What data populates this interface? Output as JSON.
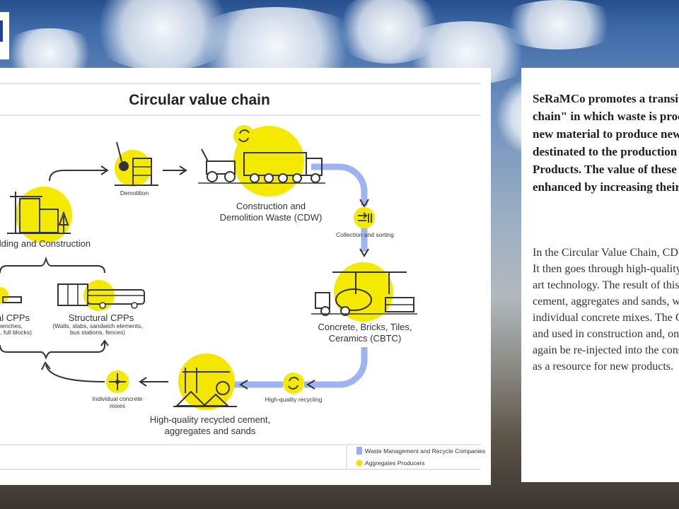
{
  "diagram": {
    "title": "Circular value chain",
    "nodes": {
      "demolition": "Demolition",
      "cdw_line1": "Construction and",
      "cdw_line2": "Demolition Waste (CDW)",
      "collection": "Collection and sorting",
      "cbtc_line1": "Concrete, Bricks, Tiles,",
      "cbtc_line2": "Ceramics (CBTC)",
      "hq_recycling": "High-quality recycling",
      "recycled_line1": "High-quality recycled cement,",
      "recycled_line2": "aggregates and sands",
      "mixes_line1": "Individual concrete",
      "mixes_line2": "mixes",
      "building": "ilding and Construction",
      "structural_title": "Structural CPPs",
      "structural_sub1": "(Walls, slabs, sandwich elements,",
      "structural_sub2": "bus stations, fences)",
      "nonstruct_title": "al CPPs",
      "nonstruct_sub1": "benches,",
      "nonstruct_sub2": "s, full blocks)"
    },
    "legend": [
      {
        "label": "Waste Management and Recycle Companies",
        "marker": "blue-square",
        "color": "#99aff0"
      },
      {
        "label": "Aggregates Producers",
        "marker": "yellow-circle",
        "color": "#f4e000"
      }
    ],
    "colors": {
      "accent_yellow": "#f4e900",
      "flow_blue": "#9fb3f2",
      "ink": "#333333"
    }
  },
  "text_panel": {
    "bold_paragraph": "SeRaMCo promotes a transition to a \"Circular value chain\" in which waste is processed and transformed into new material to produce new cement and concrete destinated to the production of Concrete Precast Products. The value of these materials is then kept and enhanced by increasing their life.",
    "body_paragraph": "In the Circular Value Chain, CDW is firstly collected and sorted. It then goes through high-quality recycling thanks to state-of-the-art technology. The result of this process is high-quality recycled cement, aggregates and sands, which will be used to prepare individual concrete mixes. The CPPs manufactured will be sold and used in construction and, once demolished, they should once again be re-injected into the construction value chain, being used as a resource for new products."
  }
}
